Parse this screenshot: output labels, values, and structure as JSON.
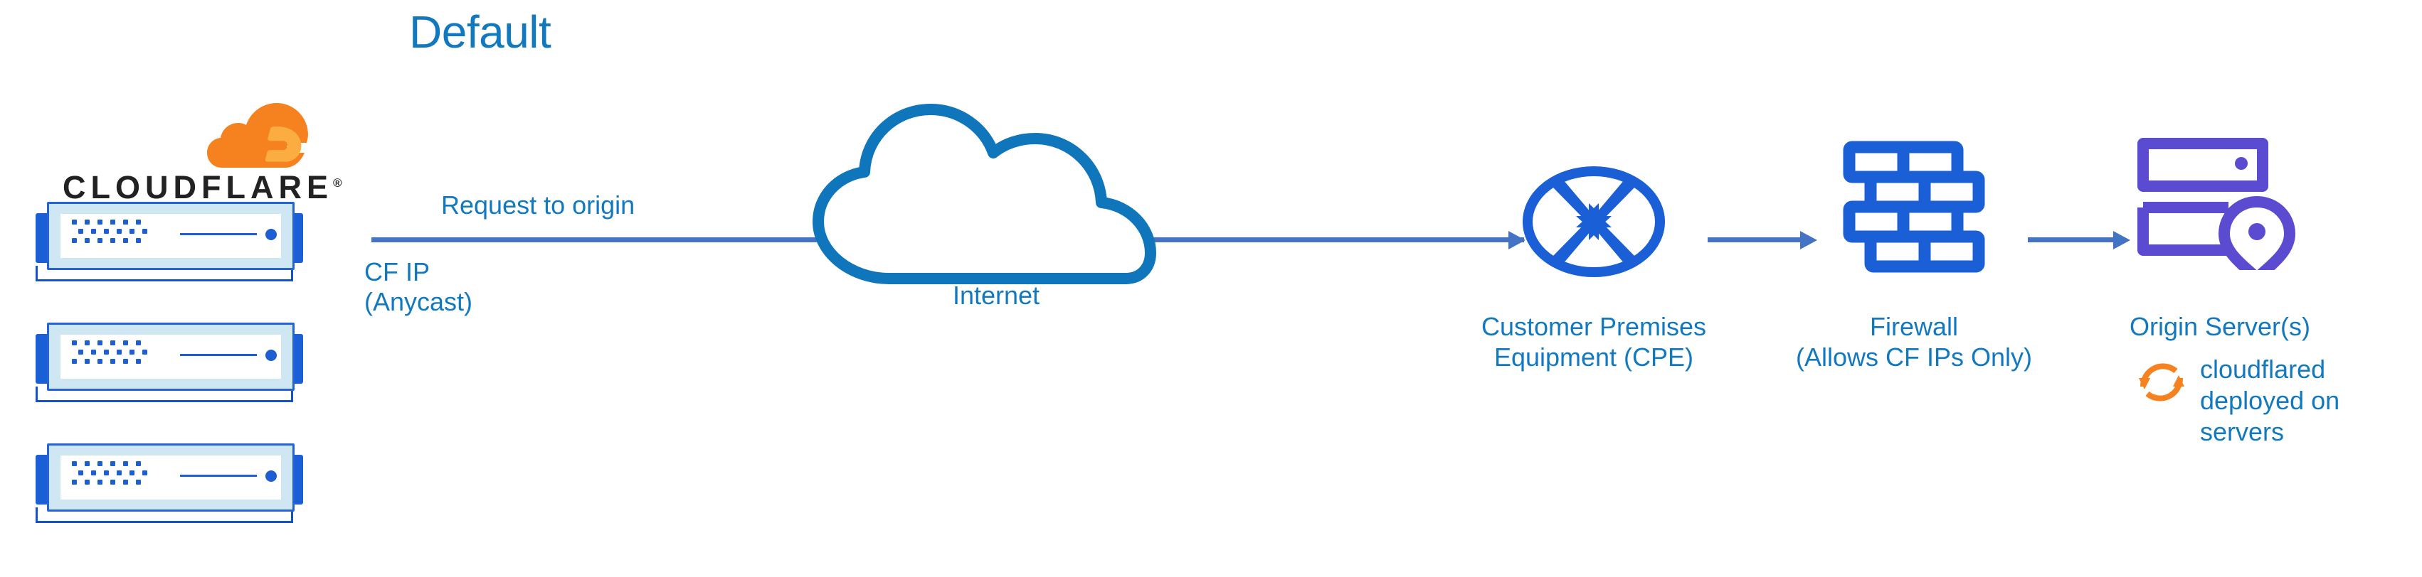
{
  "diagram": {
    "title": "Default",
    "accent_blue": "#1379bf",
    "arrow_blue": "#4573c4",
    "icon_blue": "#1a5fd6",
    "origin_purple": "#5b4bd0",
    "cloudflare_orange": "#f6821f",
    "background": "#ffffff"
  },
  "cloudflare": {
    "wordmark": "CLOUDFLARE",
    "registered_mark": "®",
    "logo_icon": "cloudflare-cloud-icon",
    "server_count": 3
  },
  "flow": {
    "request_label": "Request to origin",
    "source_label_line1": "CF IP",
    "source_label_line2": "(Anycast)"
  },
  "internet": {
    "label": "Internet",
    "icon": "cloud-outline-icon"
  },
  "nodes": [
    {
      "id": "cpe",
      "icon": "router-four-arrows-icon",
      "label_line1": "Customer Premises",
      "label_line2": "Equipment (CPE)"
    },
    {
      "id": "firewall",
      "icon": "brick-wall-icon",
      "label_line1": "Firewall",
      "label_line2": "(Allows CF IPs Only)"
    },
    {
      "id": "origin",
      "icon": "server-rack-location-pin-icon",
      "label_line1": "Origin Server(s)",
      "label_line2": ""
    }
  ],
  "cloudflared": {
    "icon": "sync-circular-arrows-icon",
    "line1": "cloudflared",
    "line2": "deployed on",
    "line3": "servers"
  }
}
